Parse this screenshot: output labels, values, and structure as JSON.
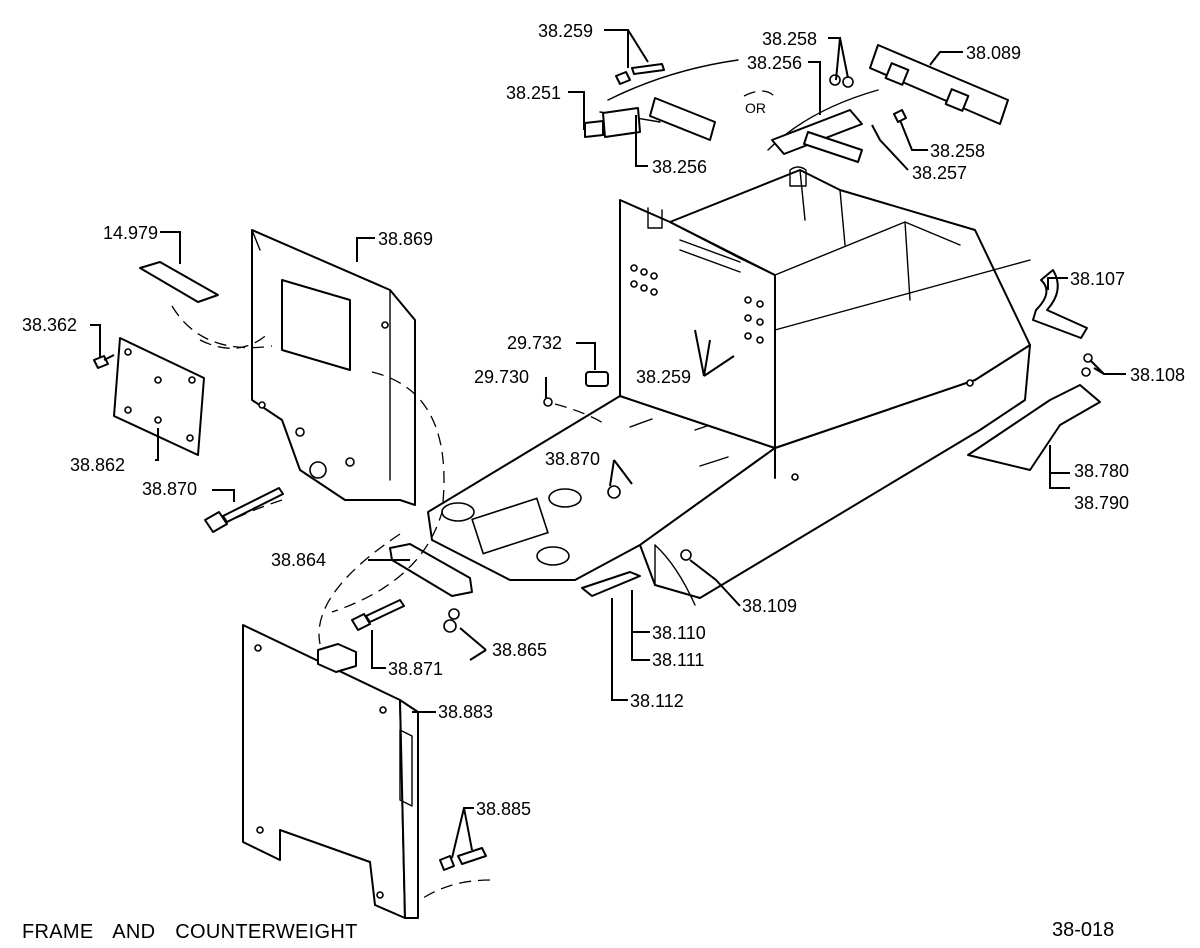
{
  "title": "FRAME AND COUNTERWEIGHT",
  "sheet_number": "38-018",
  "alternative_marker": "OR",
  "callouts": [
    "38.259",
    "38.258",
    "38.089",
    "38.256",
    "38.251",
    "38.256",
    "38.258",
    "38.257",
    "14.979",
    "38.869",
    "38.107",
    "38.362",
    "29.732",
    "29.730",
    "38.259",
    "38.108",
    "38.862",
    "38.870",
    "38.780",
    "38.790",
    "38.870",
    "38.864",
    "38.109",
    "38.110",
    "38.111",
    "38.865",
    "38.871",
    "38.112",
    "38.883",
    "38.885"
  ]
}
